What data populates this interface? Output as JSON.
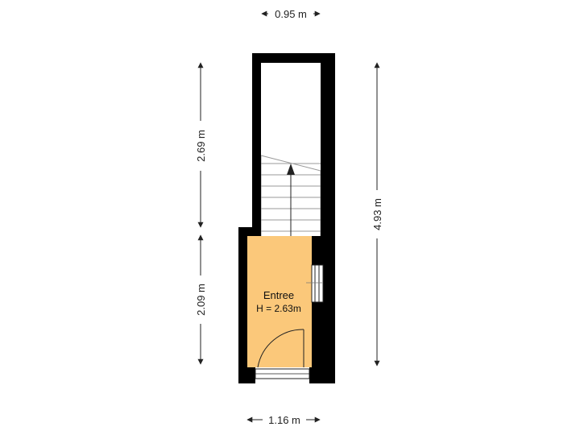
{
  "dimensions": {
    "top_width": "0.95 m",
    "bottom_width": "1.16 m",
    "left_upper_height": "2.69 m",
    "left_lower_height": "2.09 m",
    "right_total_height": "4.93 m"
  },
  "rooms": [
    {
      "name": "Entree",
      "height_label": "H = 2.63m",
      "fill": "#fbc87a"
    }
  ],
  "colors": {
    "wall": "#000000",
    "stairs": "#999999",
    "dimension_line": "#222222"
  }
}
